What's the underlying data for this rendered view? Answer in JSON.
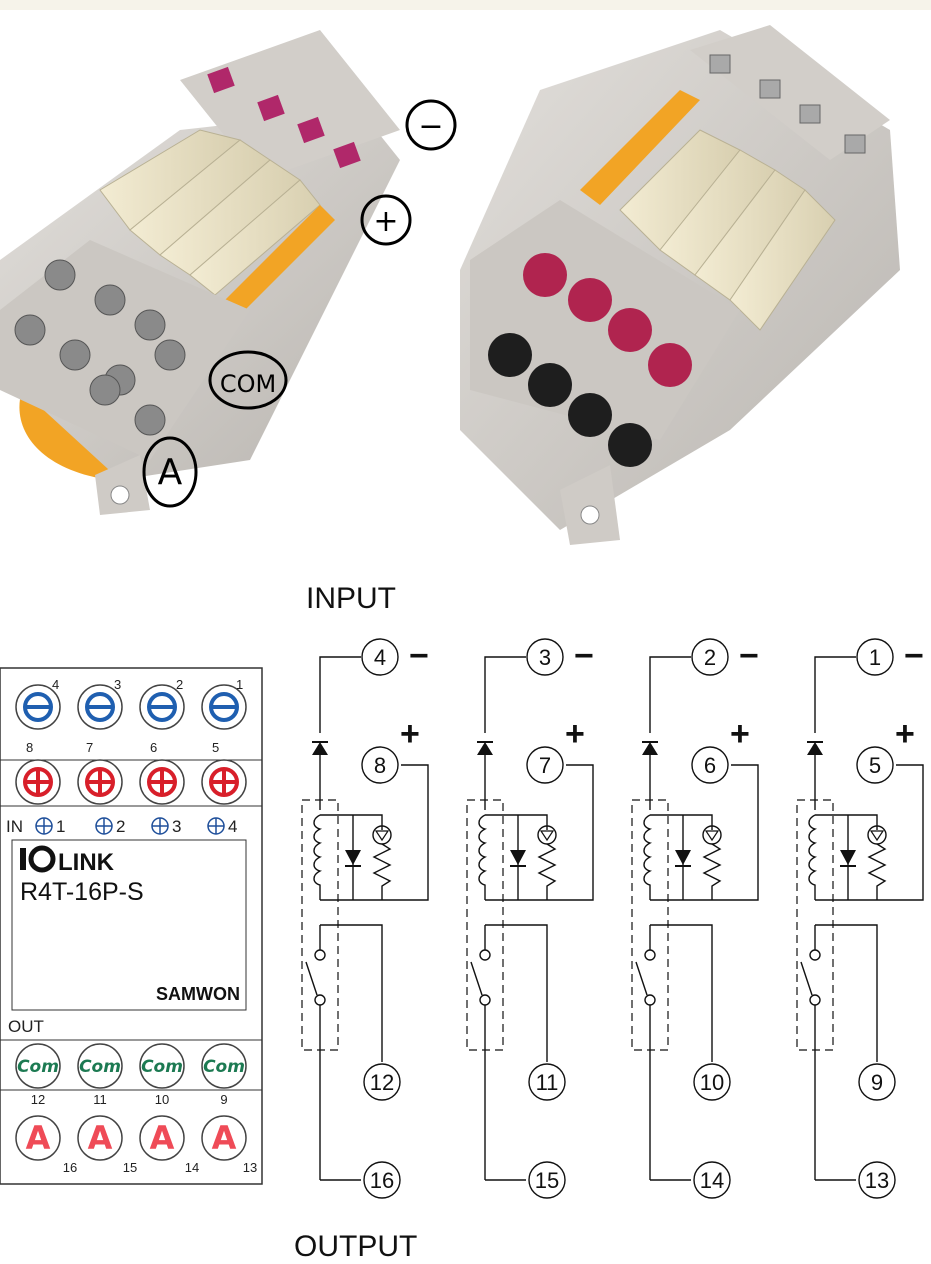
{
  "photo_annotations": {
    "minus_mark": "−",
    "plus_mark": "+",
    "com_mark": "COM",
    "a_mark": "A"
  },
  "module_label": {
    "terminal_top_numbers": [
      "4",
      "3",
      "2",
      "1"
    ],
    "terminal_second_numbers": [
      "8",
      "7",
      "6",
      "5"
    ],
    "in_label": "IN",
    "in_numbers": [
      "1",
      "2",
      "3",
      "4"
    ],
    "brand": "LINK",
    "model": "R4T-16P-S",
    "maker": "SAMWON",
    "out_label": "OUT",
    "com_numbers": [
      "12",
      "11",
      "10",
      "9"
    ],
    "a_numbers": [
      "16",
      "15",
      "14",
      "13"
    ],
    "com_hand_label": "Com",
    "a_hand_label": "A"
  },
  "schematic": {
    "input_label": "INPUT",
    "output_label": "OUTPUT",
    "channels": [
      {
        "minus_terminal": "4",
        "plus_terminal": "8",
        "com_terminal": "12",
        "a_terminal": "16"
      },
      {
        "minus_terminal": "3",
        "plus_terminal": "7",
        "com_terminal": "11",
        "a_terminal": "15"
      },
      {
        "minus_terminal": "2",
        "plus_terminal": "6",
        "com_terminal": "10",
        "a_terminal": "14"
      },
      {
        "minus_terminal": "1",
        "plus_terminal": "5",
        "com_terminal": "9",
        "a_terminal": "13"
      }
    ],
    "minus_sign": "−",
    "plus_sign": "+"
  },
  "colors": {
    "minus_terminal": "#1f5fb0",
    "plus_terminal": "#d81f2a",
    "com_ink": "#1c7a52",
    "a_ink": "#ef4b57",
    "housing": "#cfcbc6",
    "relay": "#ebe3c8",
    "bar": "#f2a425"
  }
}
